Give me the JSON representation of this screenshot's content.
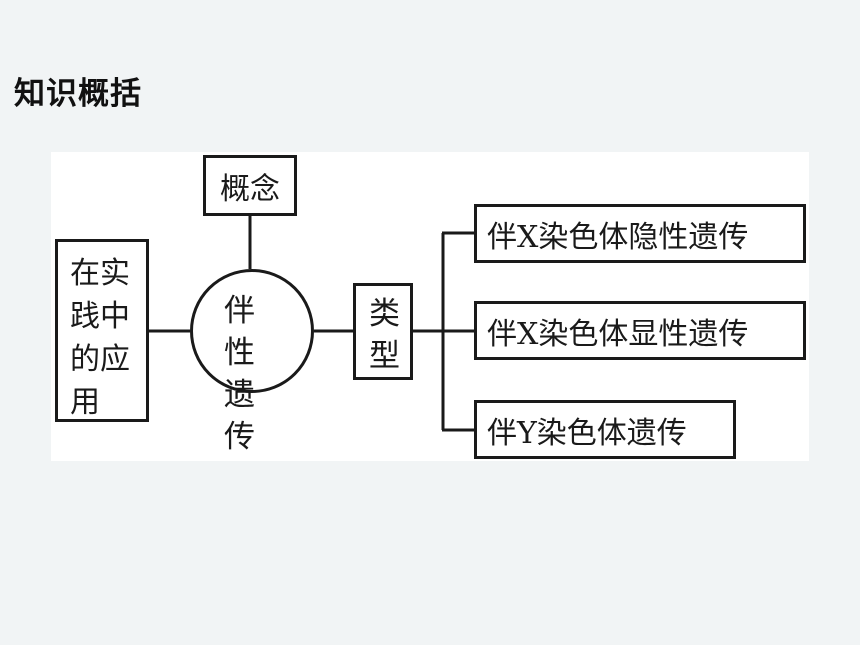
{
  "heading": "知识概括",
  "diagram": {
    "concept": "概念",
    "practice": "在实践中的应用",
    "center": "伴性遗传",
    "types": "类型",
    "branches": [
      "伴X染色体隐性遗传",
      "伴X染色体显性遗传",
      "伴Y染色体遗传"
    ]
  }
}
